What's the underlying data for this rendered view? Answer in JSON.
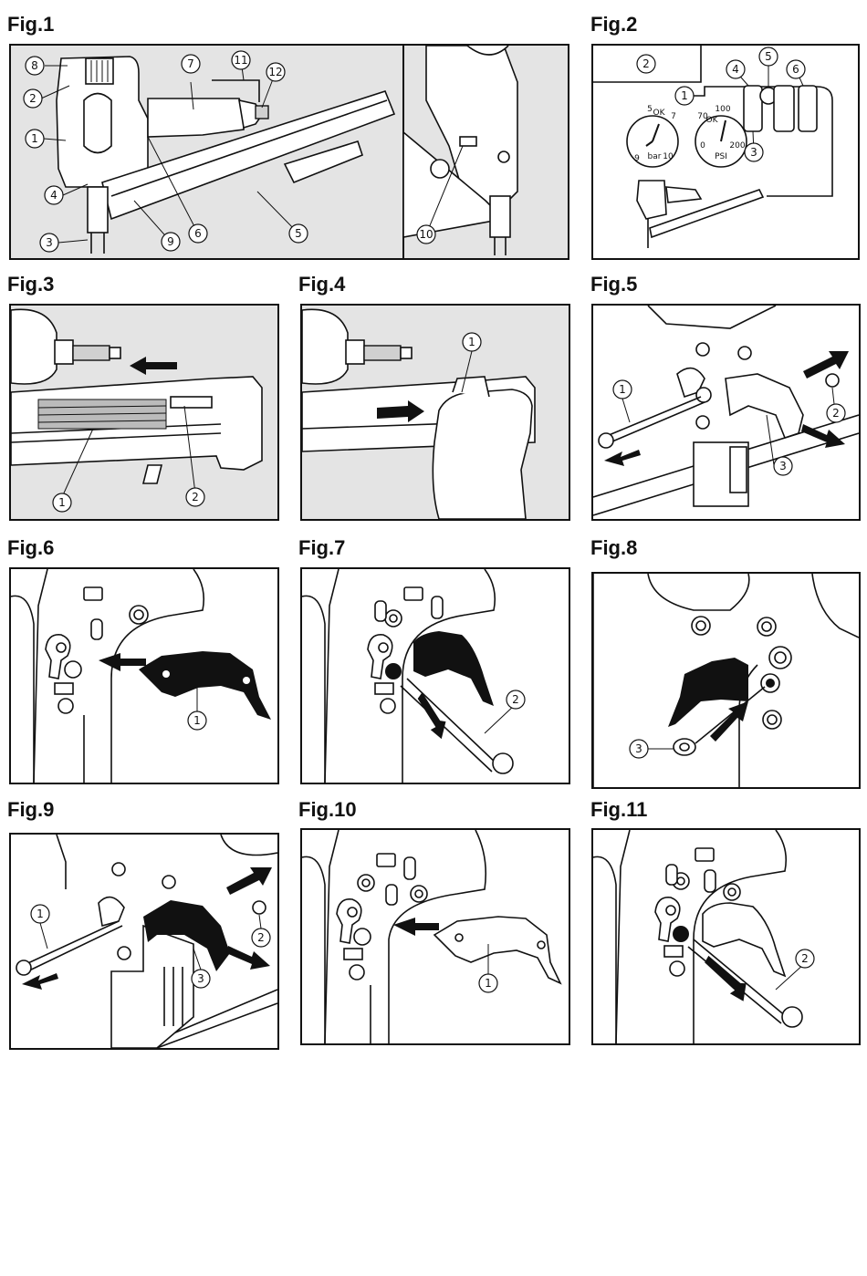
{
  "figures": [
    {
      "id": "fig1",
      "title": "Fig.1",
      "callouts": [
        "1",
        "2",
        "3",
        "4",
        "5",
        "6",
        "7",
        "8",
        "9",
        "10",
        "11",
        "12"
      ]
    },
    {
      "id": "fig2",
      "title": "Fig.2",
      "callouts": [
        "1",
        "2",
        "3",
        "4",
        "5",
        "6"
      ],
      "gauges": {
        "bar": {
          "unit": "bar",
          "ok": "OK",
          "ticks": [
            "5",
            "7",
            "9",
            "10"
          ]
        },
        "psi": {
          "unit": "PSI",
          "ok": "OK",
          "ticks": [
            "70",
            "100",
            "0",
            "200"
          ]
        }
      }
    },
    {
      "id": "fig3",
      "title": "Fig.3",
      "callouts": [
        "1",
        "2"
      ]
    },
    {
      "id": "fig4",
      "title": "Fig.4",
      "callouts": [
        "1"
      ]
    },
    {
      "id": "fig5",
      "title": "Fig.5",
      "callouts": [
        "1",
        "2",
        "3"
      ]
    },
    {
      "id": "fig6",
      "title": "Fig.6",
      "callouts": [
        "1"
      ]
    },
    {
      "id": "fig7",
      "title": "Fig.7",
      "callouts": [
        "2"
      ]
    },
    {
      "id": "fig8",
      "title": "Fig.8",
      "callouts": [
        "3"
      ]
    },
    {
      "id": "fig9",
      "title": "Fig.9",
      "callouts": [
        "1",
        "2",
        "3"
      ]
    },
    {
      "id": "fig10",
      "title": "Fig.10",
      "callouts": [
        "1"
      ]
    },
    {
      "id": "fig11",
      "title": "Fig.11",
      "callouts": [
        "2"
      ]
    }
  ]
}
